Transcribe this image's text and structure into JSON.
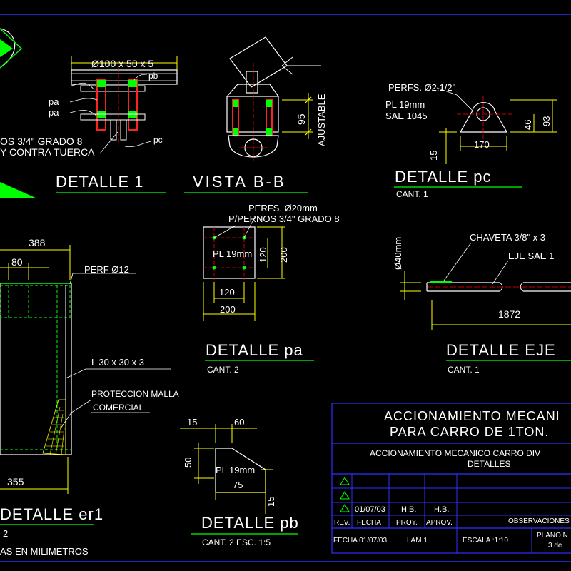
{
  "drawing": {
    "detalle1": {
      "title": "DETALLE 1",
      "beam": "Ø100 x 50 x 5",
      "pb": "pb",
      "pa1": "pa",
      "pa2": "pa",
      "pc": "pc",
      "note1": "OS 3/4\" GRADO 8",
      "note2": "Y CONTRA TUERCA"
    },
    "vistaBB": {
      "title": "VISTA  B-B",
      "dim95": "95",
      "ajustable": "AJUSTABLE"
    },
    "detallePc": {
      "title": "DETALLE pc",
      "cant": "CANT. 1",
      "perfs": "PERFS. Ø2.1/2\"",
      "pl": "PL 19mm",
      "sae": "SAE 1045",
      "d46": "46",
      "d93": "93",
      "d170": "170",
      "d15": "15"
    },
    "detalleEr1": {
      "title": "DETALLE er1",
      "cant": "2",
      "units": "AS EN MILIMETROS",
      "d388": "388",
      "d80": "80",
      "perf": "PERF Ø12",
      "angle": "L 30 x 30 x 3",
      "malla1": "PROTECCION MALLA",
      "malla2": "COMERCIAL",
      "d355": "355"
    },
    "detallePa": {
      "title": "DETALLE pa",
      "cant": "CANT. 2",
      "perfs": "PERFS. Ø20mm",
      "pernos": "P/PERNOS 3/4\" GRADO 8",
      "pl": "PL 19mm",
      "d120v": "120",
      "d200v": "200",
      "d120h": "120",
      "d200h": "200"
    },
    "detalleEje": {
      "title": "DETALLE EJE",
      "cant": "CANT. 1",
      "diam": "Ø40mm",
      "chaveta": "CHAVETA 3/8\" x 3",
      "eje": "EJE  SAE 1",
      "d1872": "1872"
    },
    "detallePb": {
      "title": "DETALLE pb",
      "cant": "CANT. 2  ESC. 1:5",
      "d15": "15",
      "d60": "60",
      "d50": "50",
      "pl": "PL 19mm",
      "d75": "75",
      "d15v": "15"
    },
    "titleBlock": {
      "title1": "ACCIONAMIENTO MECANI",
      "title2": "PARA CARRO DE 1TON.",
      "sub1": "ACCIONAMIENTO MECANICO CARRO DIV",
      "sub2": "DETALLES",
      "revDate": "01/07/03",
      "revBy": "H.B.",
      "revAprov": "H.B.",
      "hRev": "REV.",
      "hFecha": "FECHA",
      "hProy": "PROY.",
      "hAprov": "APROV.",
      "hObs": "OBSERVACIONES",
      "fecha": "FECHA  01/07/03",
      "lam": "LAM 1",
      "escala": "ESCALA  :1:10",
      "plano": "PLANO N",
      "planoNum": "3  de"
    }
  },
  "colors": {
    "background": "#000000",
    "outline": "#ffffff",
    "dimension": "#ffff00",
    "center": "#ff0000",
    "green": "#00ff00",
    "leader": "#ffffff",
    "frame": "#0000ff",
    "bolt": "#ff2020"
  }
}
